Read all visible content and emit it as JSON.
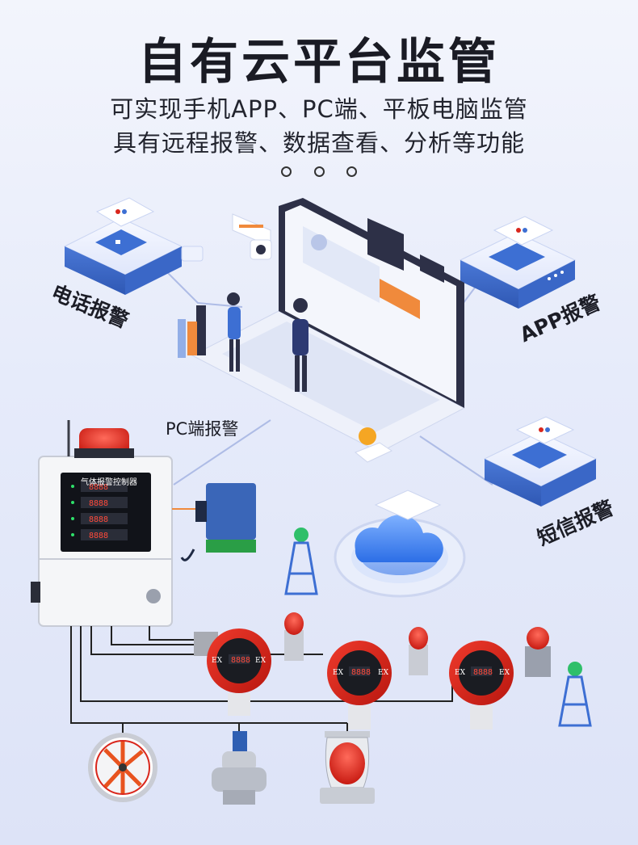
{
  "header": {
    "title": "自有云平台监管",
    "subtitle_line1": "可实现手机APP、PC端、平板电脑监管",
    "subtitle_line2": "具有远程报警、数据查看、分析等功能"
  },
  "labels": {
    "phone_alarm": "电话报警",
    "app_alarm": "APP报警",
    "sms_alarm": "短信报警",
    "pc_alarm": "PC端报警"
  },
  "controller": {
    "panel_title": "气体报警控制器",
    "display": "8888"
  },
  "detectors": {
    "display": "8888",
    "ex_mark": "EX"
  },
  "colors": {
    "accent_blue": "#3d6fd3",
    "alarm_red": "#d9261c",
    "background": "#e6ebfa"
  }
}
